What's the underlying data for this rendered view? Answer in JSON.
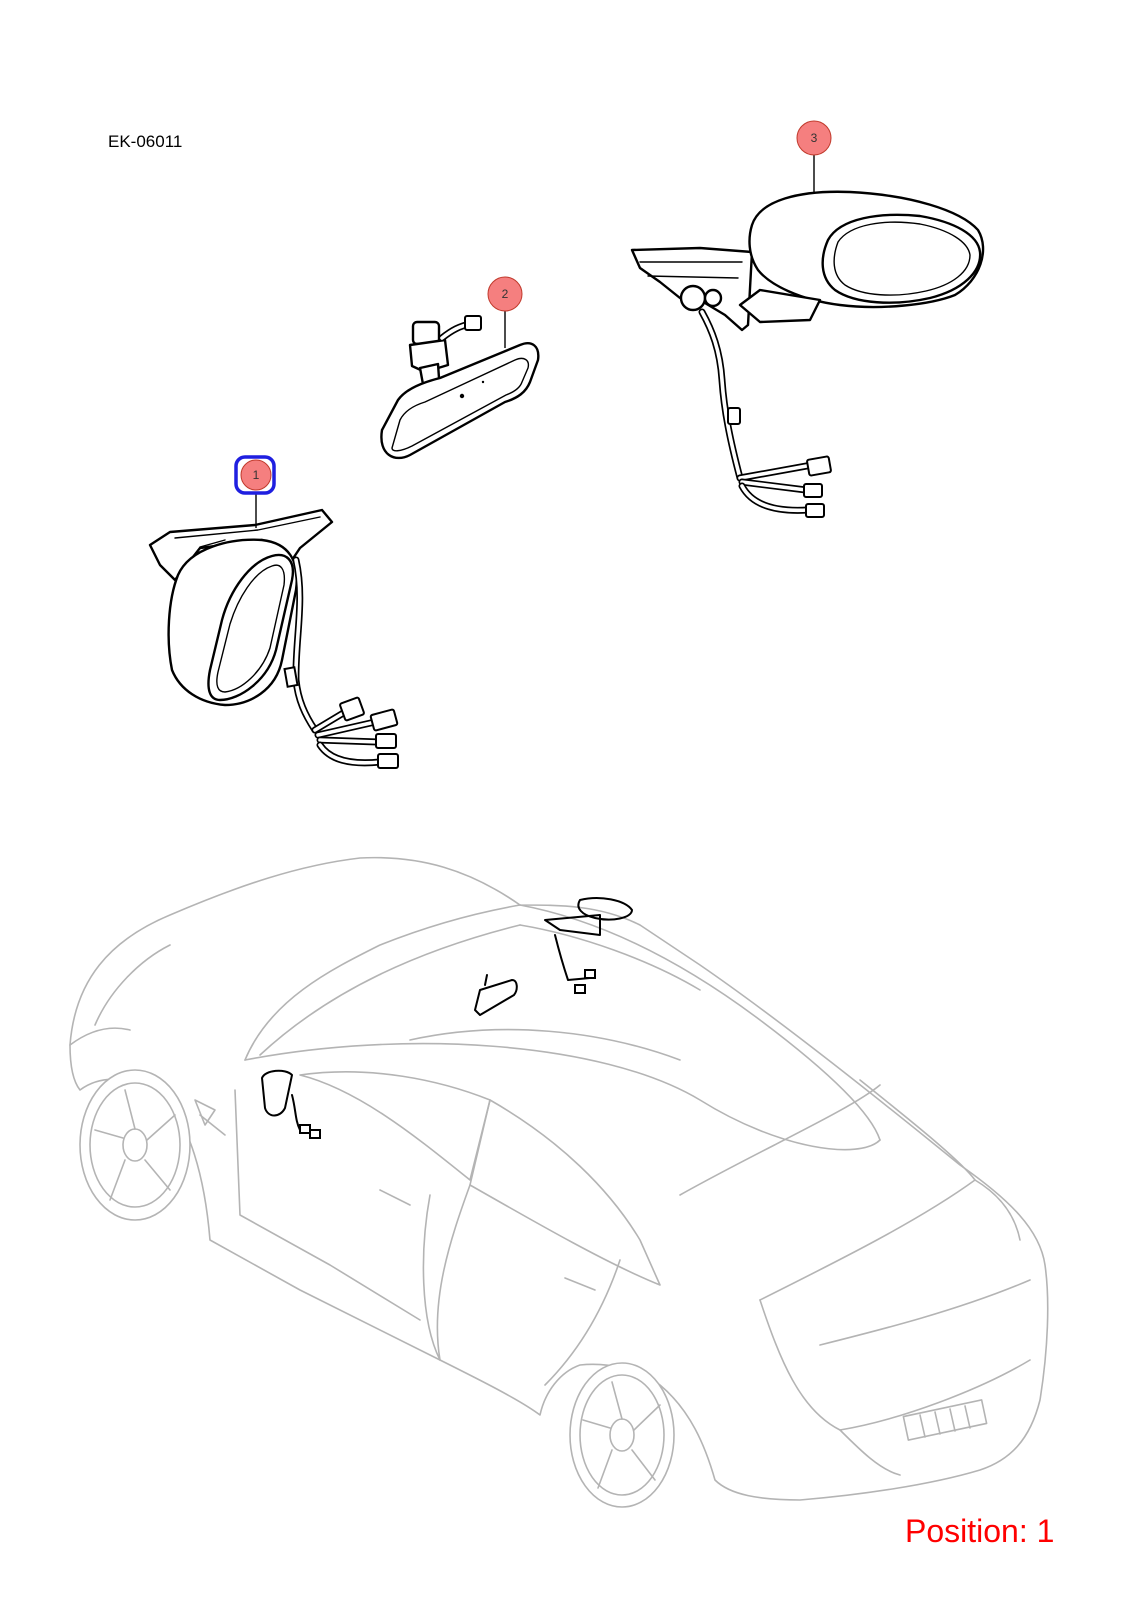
{
  "drawing": {
    "code": "EK-06011",
    "position_label": "Position: 1"
  },
  "callouts": [
    {
      "number": "1",
      "selected": true
    },
    {
      "number": "2",
      "selected": false
    },
    {
      "number": "3",
      "selected": false
    }
  ],
  "colors": {
    "callout_fill": "#f57f7f",
    "callout_stroke": "#c0392b",
    "selection_outline": "#1f1fe0",
    "position_text": "#ff0000",
    "vehicle_outline": "#b4b4b4"
  }
}
